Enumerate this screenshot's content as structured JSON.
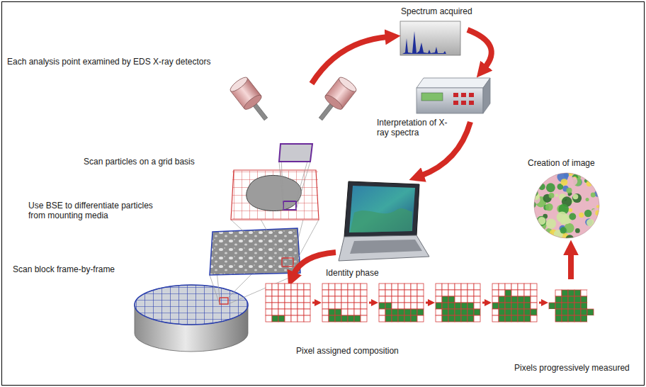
{
  "diagram": {
    "labels": [
      "Spectrum acquired",
      "Each analysis point examined by EDS X-ray detectors",
      "Interpretation of X-ray spectra",
      "Scan particles on a grid basis",
      "Use BSE to differentiate particles from mounting media",
      "Creation of image",
      "Scan block frame-by-frame",
      "Identity phase",
      "Pixel assigned composition",
      "Pixels progressively measured"
    ]
  }
}
